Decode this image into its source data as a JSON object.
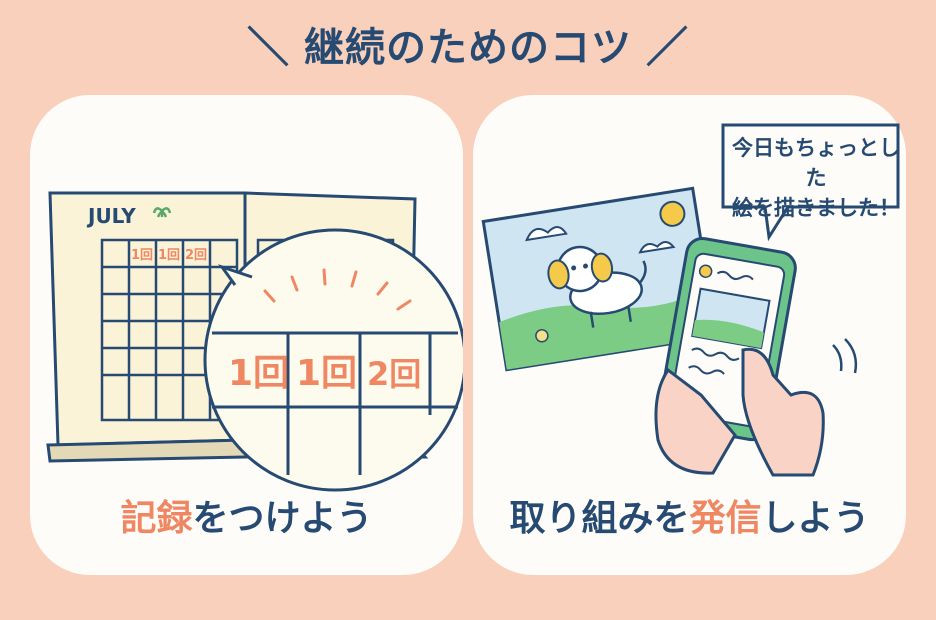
{
  "title": {
    "text": "継続のためのコツ",
    "left_mark": "＼",
    "right_mark": "／"
  },
  "left_card": {
    "caption_accent": "記録",
    "caption_rest": "をつけよう",
    "calendar_month": "JULY",
    "small_counts": [
      "1回",
      "1回",
      "2回"
    ],
    "zoom_counts": [
      "1回",
      "1回",
      "2回"
    ]
  },
  "right_card": {
    "caption_pre": "取り組みを",
    "caption_accent": "発信",
    "caption_post": "しよう",
    "bubble_line1": "今日もちょっとした",
    "bubble_line2": "絵を描きました！"
  },
  "colors": {
    "background": "#f9d0bb",
    "card": "#fdfcf8",
    "navy": "#264a72",
    "accent": "#ef8763",
    "phone_green": "#6cc48a"
  }
}
